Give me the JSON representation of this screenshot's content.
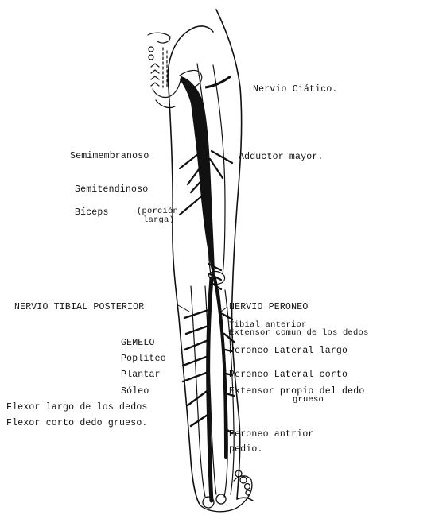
{
  "labels": {
    "nervio_ciatico": "Nervio Ciático.",
    "semimembranoso": "Semimembranoso",
    "adductor_mayor": "Adductor mayor.",
    "semitendinoso": "Semitendinoso",
    "biceps": "Bíceps",
    "porcion": "(porción",
    "larga": "larga)",
    "nervio_tibial_posterior": "NERVIO TIBIAL POSTERIOR",
    "nervio_peroneo": "NERVIO PERONEO",
    "tibial_anterior": "Tibial anterior",
    "extensor_comun": "Extensor comun de los  dedos",
    "gemelo": "GEMELO",
    "popliteo": "Poplíteo",
    "plantar": "Plantar",
    "soleo": "Sóleo",
    "flexor_largo": "Flexor largo de los dedos",
    "flexor_corto": "Flexor corto dedo grueso.",
    "peroneo_lateral_largo": "Peroneo Lateral largo",
    "peroneo_lateral_corto": "Peroneo Lateral corto",
    "extensor_propio": "Extensor propio del dedo",
    "grueso": "grueso",
    "peroneo_anterior": "Peroneo antrior",
    "pedio": "pedio."
  },
  "colors": {
    "ink": "#111111",
    "paper": "#ffffff"
  }
}
